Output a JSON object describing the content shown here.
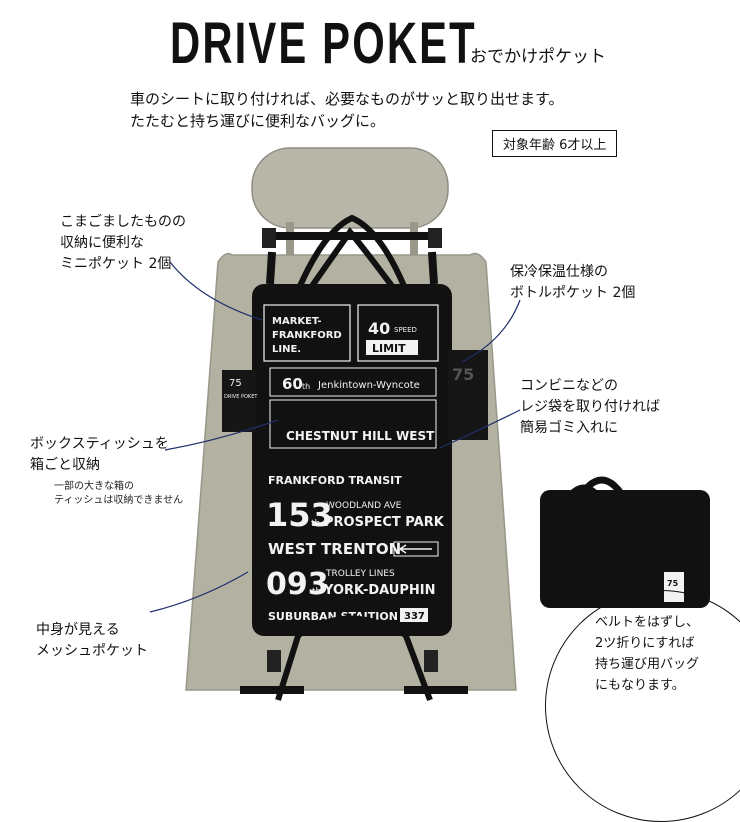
{
  "title": "DRIVE POKET",
  "subtitle": "おでかけポケット",
  "tagline": [
    "車のシートに取り付ければ、必要なものがサッと取り出せます。",
    "たたむと持ち運びに便利なバッグに。"
  ],
  "age_label": "対象年齢 6才以上",
  "callouts": {
    "mini_pocket": [
      "こまごましたものの",
      "収納に便利な",
      "ミニポケット 2個"
    ],
    "bottle_pocket": [
      "保冷保温仕様の",
      "ボトルポケット 2個"
    ],
    "trash_bag": [
      "コンビニなどの",
      "レジ袋を取り付ければ",
      "簡易ゴミ入れに"
    ],
    "tissue_box": [
      "ボックスティッシュを",
      "箱ごと収納"
    ],
    "tissue_note": [
      "一部の大きな箱の",
      "ティッシュは収納できません"
    ],
    "mesh_pocket": [
      "中身が見える",
      "メッシュポケット"
    ],
    "bag_mode": [
      "ベルトをはずし、",
      "2ツ折りにすれば",
      "持ち運び用バッグ",
      "にもなります。"
    ]
  },
  "print": {
    "market": [
      "MARKET-",
      "FRANKFORD",
      "LINE."
    ],
    "speed_num": "40",
    "speed_word": "SPEED",
    "limit": "LIMIT",
    "route60": "60",
    "route60_suffix": "th",
    "jenkintown": "Jenkintown-Wyncote",
    "chestnut": "CHESTNUT HILL WEST",
    "frankford": "FRANKFORD TRANSIT",
    "n153": "153",
    "n153_suffix": "th",
    "woodland": "WOODLAND AVE",
    "prospect": "PROSPECT PARK",
    "west_trenton": "WEST TRENTON",
    "n093": "093",
    "n093_suffix": "th",
    "trolley": "TROLLEY LINES",
    "york": "YORK-DAUPHIN",
    "suburban": "SUBURBAN STAITION",
    "sub_num": "337",
    "tag75": "75",
    "tag_drive": "DRIVE POKET",
    "side75": "75"
  },
  "colors": {
    "khaki": "#b3b1a2",
    "khaki_dark": "#a09e8f",
    "black": "#111111",
    "print_white": "#f2f2f2"
  }
}
